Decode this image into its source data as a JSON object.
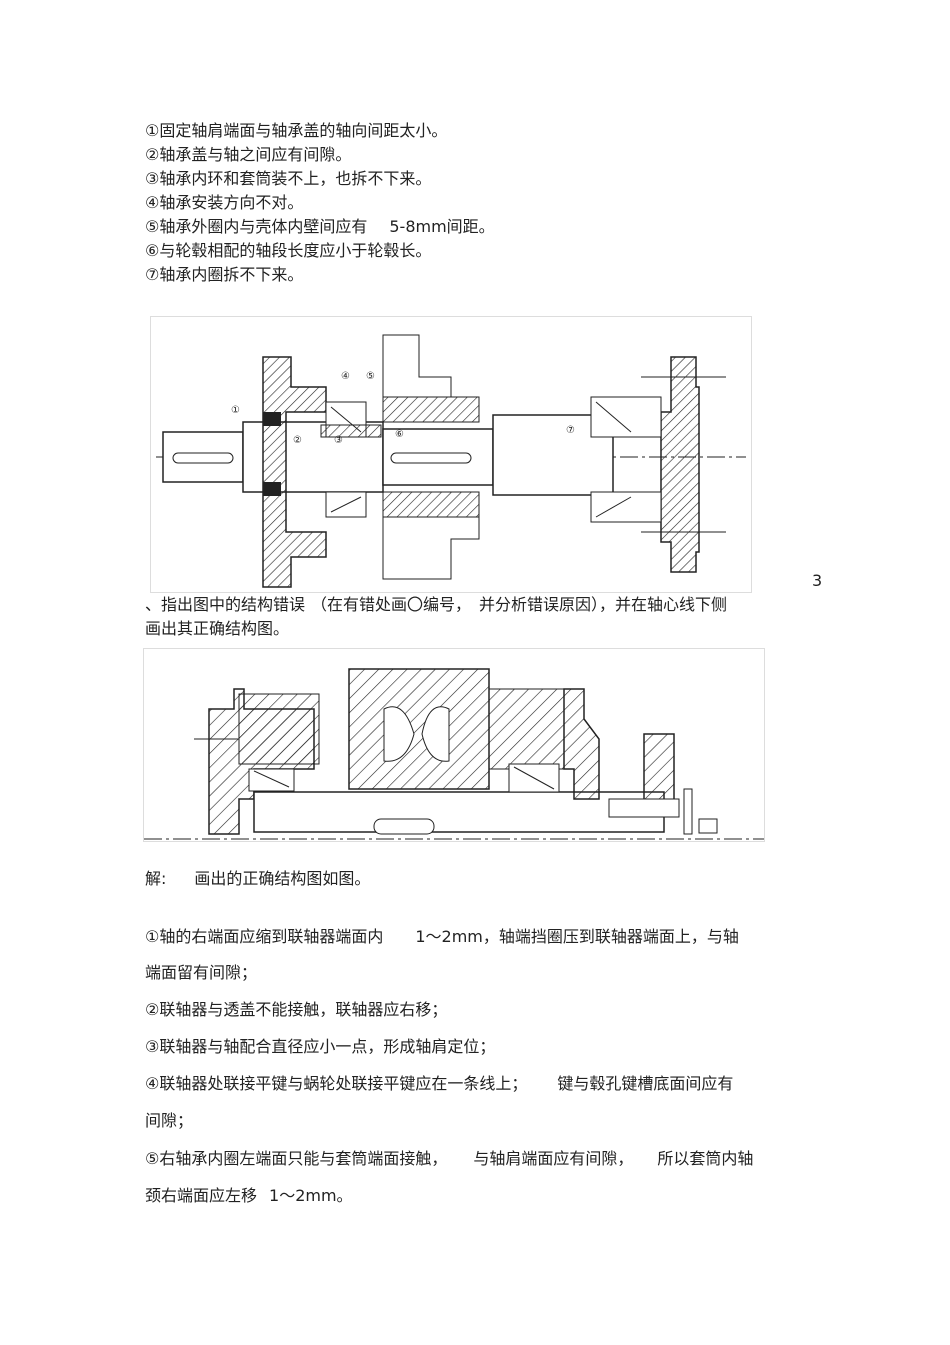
{
  "errors_list": [
    "①固定轴肩端面与轴承盖的轴向间距太小。",
    "②轴承盖与轴之间应有间隙。",
    "③轴承内环和套筒装不上，也拆不下来。",
    "④轴承安装方向不对。",
    "⑤轴承外圈内与壳体内壁间应有",
    "5-8mm间距。",
    "⑥与轮毂相配的轴段长度应小于轮毂长。",
    "⑦轴承内圈拆不下来。"
  ],
  "figure1": {
    "labels": [
      "①",
      "②",
      "③",
      "④",
      "⑤",
      "⑥",
      "⑦"
    ]
  },
  "question": {
    "number": "3",
    "line1_a": "、指出图中的结构错误",
    "line1_b": "（在有错处画〇编号，",
    "line1_c": "并分析错误原因",
    "line1_d": "），并在轴心线下侧",
    "line2": "画出其正确结构图。"
  },
  "answer": {
    "label": "解:",
    "intro": "画出的正确结构图如图。",
    "item1_a": "①轴的右端面应缩到联轴器端面内",
    "item1_b": "1～2mm，轴端挡圈压到联轴器端面上，与轴",
    "item1_c": "端面留有间隙；",
    "item2": "②联轴器与透盖不能接触，联轴器应右移；",
    "item3": "③联轴器与轴配合直径应小一点，形成轴肩定位；",
    "item4_a": "④联轴器处联接平键与蜗轮处联接平键应在一条线上；",
    "item4_b": "键与毂孔键槽底面间应有",
    "item4_c": "间隙；",
    "item5_a": "⑤右轴承内圈左端面只能与套筒端面接触，",
    "item5_b": "与轴肩端面应有间隙，",
    "item5_c": "所以套筒内轴",
    "item5_d": "颈右端面应左移",
    "item5_e": "1～2mm。"
  }
}
